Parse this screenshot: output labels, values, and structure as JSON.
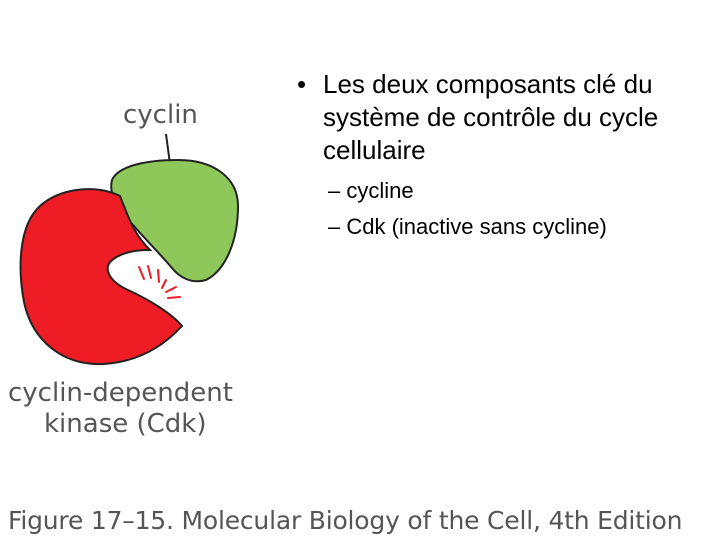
{
  "diagram": {
    "cyclin_label": "cyclin",
    "cdk_label_line1": "cyclin-dependent",
    "cdk_label_line2": "kinase (Cdk)",
    "caption": "Figure 17–15. Molecular Biology of the Cell, 4th Edition",
    "colors": {
      "cyclin": "#8fc85a",
      "cdk": "#ee1c24",
      "outline": "#222222",
      "label": "#555555"
    }
  },
  "bullets": {
    "bullet_symbol": "•",
    "main_text": "Les deux composants clé du système de contrôle du cycle cellulaire",
    "sub_items": [
      "– cycline",
      "– Cdk (inactive sans cycline)"
    ]
  }
}
